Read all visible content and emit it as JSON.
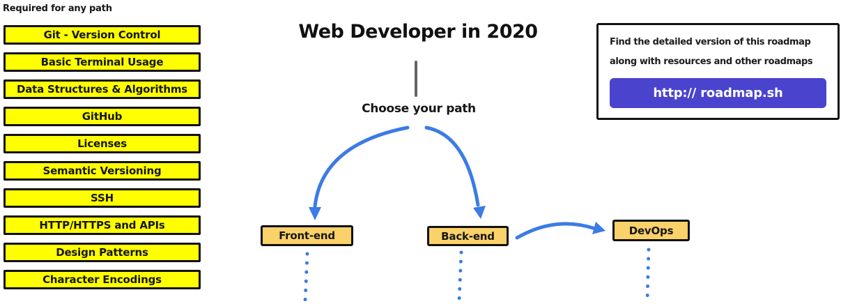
{
  "colors": {
    "yellow": "#FFFF00",
    "amber": "#FBD169",
    "blue": "#3B7CE5",
    "indigo": "#4A43CE",
    "ink": "#111111",
    "gray": "#646464"
  },
  "left_panel": {
    "header": "Required for any path",
    "items": [
      "Git - Version Control",
      "Basic Terminal Usage",
      "Data Structures & Algorithms",
      "GitHub",
      "Licenses",
      "Semantic Versioning",
      "SSH",
      "HTTP/HTTPS and APIs",
      "Design Patterns",
      "Character Encodings"
    ]
  },
  "center": {
    "title": "Web Developer in 2020",
    "subtitle": "Choose your path",
    "nodes": [
      {
        "label": "Front-end"
      },
      {
        "label": "Back-end"
      },
      {
        "label": "DevOps"
      }
    ]
  },
  "info_box": {
    "line1": "Find the detailed version of this roadmap",
    "line2": "along with resources and other roadmaps",
    "button_label": "http:// roadmap.sh"
  }
}
